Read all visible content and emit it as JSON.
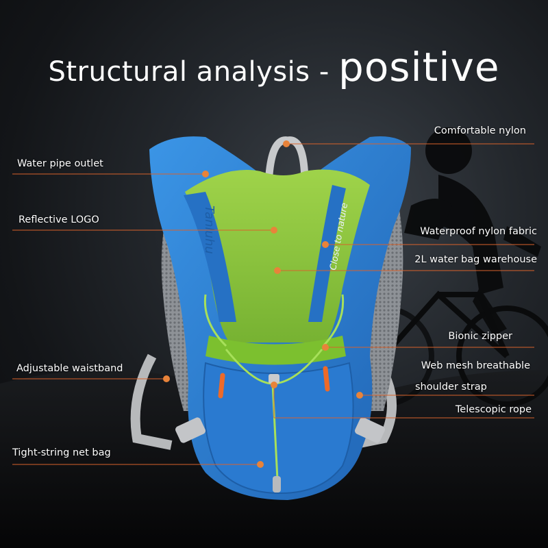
{
  "title": {
    "part1": "Structural analysis - ",
    "part2": "positive"
  },
  "product": {
    "logo_text": "Tanluhu",
    "slogan_text": "Close to nature"
  },
  "callouts": {
    "comfortable_nylon": "Comfortable nylon",
    "water_pipe_outlet": "Water pipe outlet",
    "reflective_logo": "Reflective LOGO",
    "waterproof_nylon_fabric": "Waterproof nylon fabric",
    "water_bag_warehouse": "2L water bag warehouse",
    "bionic_zipper": "Bionic zipper",
    "adjustable_waistband": "Adjustable waistband",
    "web_mesh_line1": "Web mesh breathable",
    "web_mesh_line2": "shoulder strap",
    "telescopic_rope": "Telescopic rope",
    "tight_string_net_bag": "Tight-string net bag"
  },
  "colors": {
    "callout_line": "#d9622b",
    "callout_dot": "#e8833a",
    "bag_blue": "#2a7fd0",
    "bag_green": "#8cc63f",
    "mesh_gray": "#9a9ea3"
  }
}
